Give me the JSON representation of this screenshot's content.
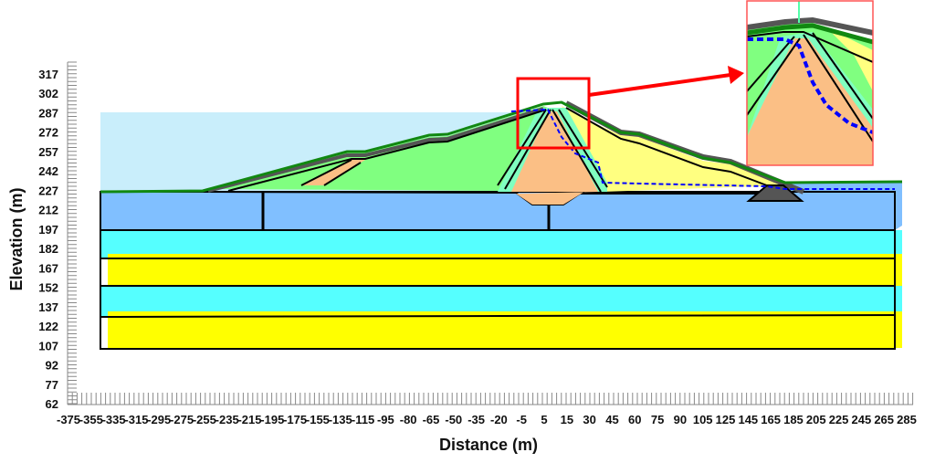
{
  "figure": {
    "x_axis_label": "Distance (m)",
    "y_axis_label": "Elevation (m)",
    "x_ticks": [
      "-375",
      "-355",
      "-335",
      "-315",
      "-295",
      "-275",
      "-255",
      "-235",
      "-215",
      "-195",
      "-175",
      "-155",
      "-135",
      "-115",
      "-95",
      "-80",
      "-65",
      "-50",
      "-35",
      "-20",
      "-5",
      "5",
      "15",
      "30",
      "45",
      "60",
      "75",
      "90",
      "105",
      "125",
      "145",
      "165",
      "185",
      "205",
      "225",
      "245",
      "265",
      "285"
    ],
    "y_ticks": [
      "317",
      "302",
      "287",
      "272",
      "257",
      "242",
      "227",
      "212",
      "197",
      "182",
      "167",
      "152",
      "137",
      "122",
      "107",
      "92",
      "77",
      "62"
    ],
    "colors": {
      "reservoir": "#c9eefb",
      "shell": "#80ff80",
      "core": "#fbbf85",
      "filter": "#80ffc0",
      "downstream_shell": "#ffff80",
      "foundation_top": "#80bfff",
      "foundation_cyan": "#55ffff",
      "foundation_yellow": "#ffff00",
      "phreatic_line": "#0000ff",
      "highlight": "#ff0000"
    }
  }
}
